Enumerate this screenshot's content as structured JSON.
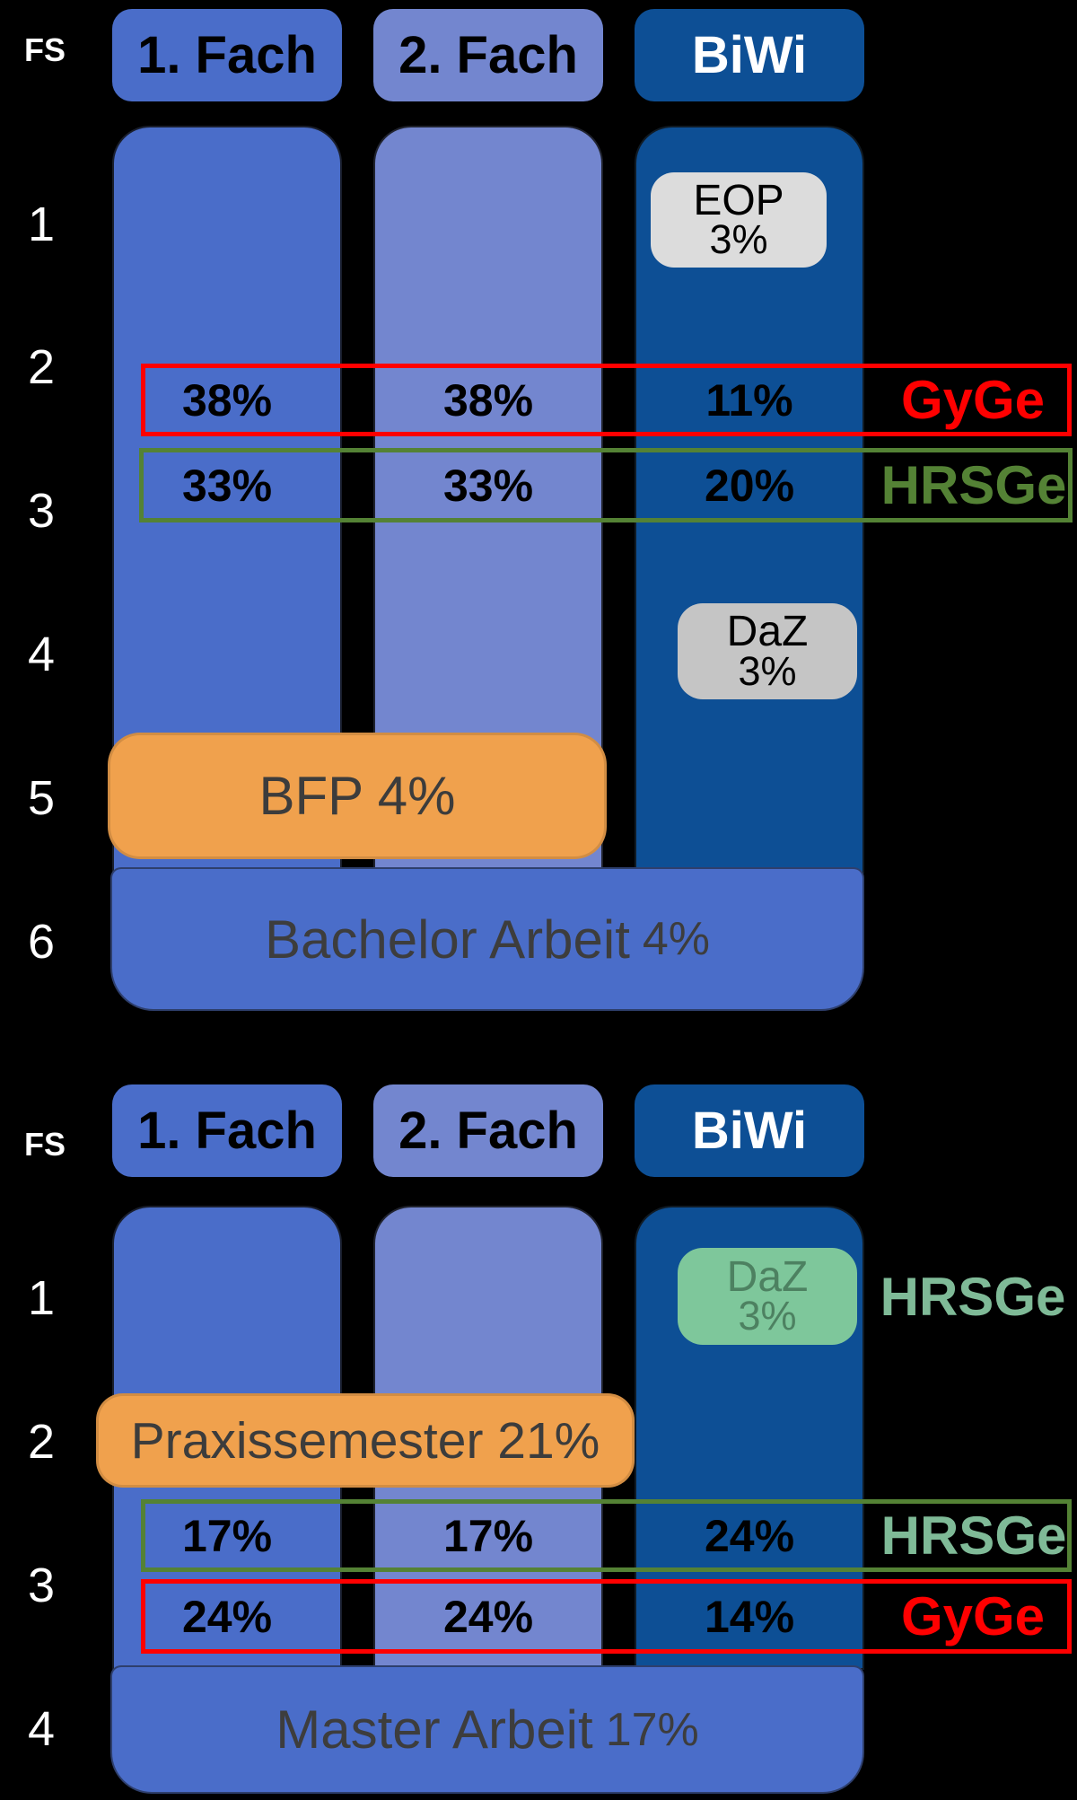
{
  "colors": {
    "background": "#000000",
    "fach1_blue": "#4a6dc9",
    "fach2_blue": "#7386cf",
    "biwi_blue": "#0d4f95",
    "orange": "#f0a14d",
    "eop_gray": "#dcdcdc",
    "daz_gray": "#c5c5c5",
    "daz_green": "#7ec79b",
    "gyge_red": "#ff0000",
    "hrsge_green_dark": "#548235",
    "hrsge_green_light": "#7fba97"
  },
  "bachelor": {
    "fs_label": "FS",
    "columns": [
      {
        "label": "1. Fach"
      },
      {
        "label": "2. Fach"
      },
      {
        "label": "BiWi"
      }
    ],
    "semesters": [
      "1",
      "2",
      "3",
      "4",
      "5",
      "6"
    ],
    "eop_box": {
      "title": "EOP",
      "pct": "3%"
    },
    "gyge_row": {
      "values": [
        "38%",
        "38%",
        "11%"
      ],
      "label": "GyGe"
    },
    "hrsge_row": {
      "values": [
        "33%",
        "33%",
        "20%"
      ],
      "label": "HRSGe"
    },
    "daz_box": {
      "title": "DaZ",
      "pct": "3%"
    },
    "bfp_box": {
      "text": "BFP 4%"
    },
    "thesis_bar": {
      "label": "Bachelor Arbeit",
      "pct": "4%"
    }
  },
  "master": {
    "fs_label": "FS",
    "columns": [
      {
        "label": "1. Fach"
      },
      {
        "label": "2. Fach"
      },
      {
        "label": "BiWi"
      }
    ],
    "semesters": [
      "1",
      "2",
      "3",
      "4"
    ],
    "daz_box": {
      "title": "DaZ",
      "pct": "3%",
      "tag": "HRSGe"
    },
    "praxis_box": {
      "text": "Praxissemester 21%"
    },
    "hrsge_row": {
      "values": [
        "17%",
        "17%",
        "24%"
      ],
      "label": "HRSGe"
    },
    "gyge_row": {
      "values": [
        "24%",
        "24%",
        "14%"
      ],
      "label": "GyGe"
    },
    "thesis_bar": {
      "label": "Master Arbeit",
      "pct": "17%"
    }
  }
}
